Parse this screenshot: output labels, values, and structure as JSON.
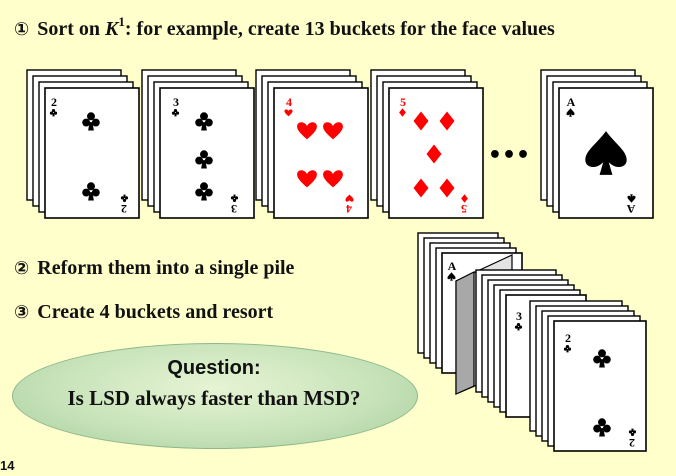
{
  "step1": {
    "marker": "①",
    "text_before": "Sort on ",
    "key": "K",
    "key_superscript": "1",
    "text_after": ":  for example, create 13 buckets for the face values"
  },
  "step2": {
    "marker": "②",
    "text": "Reform them into a single pile"
  },
  "step3": {
    "marker": "③",
    "text": "Create 4 buckets and resort"
  },
  "question": {
    "title": "Question:",
    "text": "Is LSD always faster than MSD?"
  },
  "page_number": "14",
  "ellipsis": "•••",
  "colors": {
    "background": "#ffffcc",
    "red_suit": "#ff0000",
    "black_suit": "#000000",
    "card_shadow": "#b0b0b0"
  },
  "buckets": [
    {
      "rank": "2",
      "suit": "clubs",
      "suit_symbol": "♣",
      "color": "black"
    },
    {
      "rank": "3",
      "suit": "clubs",
      "suit_symbol": "♣",
      "color": "black"
    },
    {
      "rank": "4",
      "suit": "hearts",
      "suit_symbol": "♥",
      "color": "red"
    },
    {
      "rank": "5",
      "suit": "diamonds",
      "suit_symbol": "♦",
      "color": "red"
    },
    {
      "rank": "A",
      "suit": "spades",
      "suit_symbol": "♠",
      "color": "black"
    }
  ],
  "pile_labels": {
    "back": {
      "rank": "A",
      "suit_symbol": "♠"
    },
    "middle": {
      "rank": "3",
      "suit_symbol": "♣"
    },
    "front": {
      "rank": "2",
      "suit_symbol": "♣"
    }
  }
}
